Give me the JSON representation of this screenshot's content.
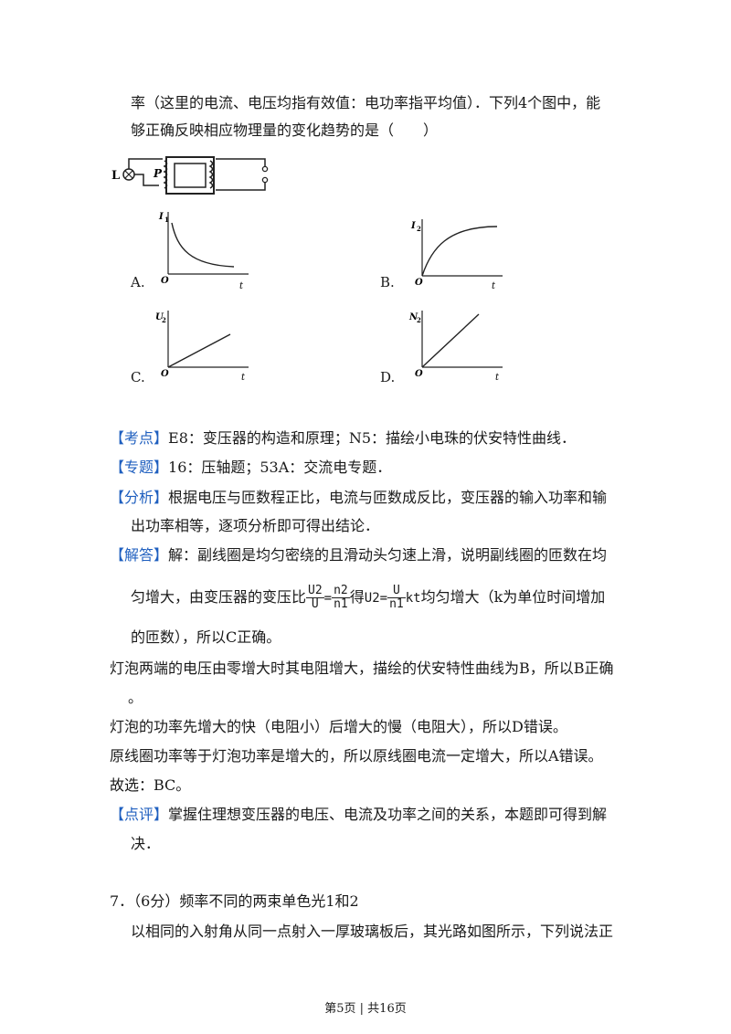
{
  "intro": {
    "line1": "率（这里的电流、电压均指有效值：电功率指平均值）．下列4个图中，能",
    "line2": "够正确反映相应物理量的变化趋势的是（　　）"
  },
  "circuit": {
    "lamp_label": "L",
    "slider_label": "P"
  },
  "graphs": [
    {
      "option": "A.",
      "ylabel": "I",
      "ysub": "1",
      "origin": "O",
      "xlabel": "t",
      "curve": "decay"
    },
    {
      "option": "B.",
      "ylabel": "I",
      "ysub": "2",
      "origin": "O",
      "xlabel": "t",
      "curve": "rise"
    },
    {
      "option": "C.",
      "ylabel": "U",
      "ysub": "2",
      "origin": "O",
      "xlabel": "t",
      "curve": "line-shallow"
    },
    {
      "option": "D.",
      "ylabel": "N",
      "ysub": "2",
      "origin": "O",
      "xlabel": "t",
      "curve": "line-steep"
    }
  ],
  "kaodian": {
    "tag": "【考点】",
    "text": "E8：变压器的构造和原理；N5：描绘小电珠的伏安特性曲线．"
  },
  "zhuanti": {
    "tag": "【专题】",
    "text": "16：压轴题；53A：交流电专题．"
  },
  "fenxi": {
    "tag": "【分析】",
    "line1": "根据电压与匝数程正比，电流与匝数成反比，变压器的输入功率和输",
    "line2": "出功率相等，逐项分析即可得出结论．"
  },
  "jieda": {
    "tag": "【解答】",
    "line1": "解：副线圈是均匀密绕的且滑动头匀速上滑，说明副线圈的匝数在均",
    "line2_a": "匀增大，由变压器的变压比",
    "frac1_num": "U2",
    "frac1_den": "U",
    "eq": "=",
    "frac2_num": "n2",
    "frac2_den": "n1",
    "de": "得",
    "u2": "U2=",
    "frac3_num": "U",
    "frac3_den": "n1",
    "kt": "kt",
    "line2_b": "均匀增大（k为单位时间增加",
    "line3": "的匝数），所以C正确。",
    "line4": "灯泡两端的电压由零增大时其电阻增大，描绘的伏安特性曲线为B，所以B正确",
    "line5": "。",
    "line6": "灯泡的功率先增大的快（电阻小）后增大的慢（电阻大），所以D错误。",
    "line7": "原线圈功率等于灯泡功率是增大的，所以原线圈电流一定增大，所以A错误。",
    "line8": "故选：BC。"
  },
  "dianping": {
    "tag": "【点评】",
    "line1": "掌握住理想变压器的电压、电流及功率之间的关系，本题即可得到解",
    "line2": "决．"
  },
  "q7": {
    "line1": "7．（6分）频率不同的两束单色光1和2",
    "line2": "以相同的入射角从同一点射入一厚玻璃板后，其光路如图所示，下列说法正"
  },
  "footer": "第5页 | 共16页"
}
